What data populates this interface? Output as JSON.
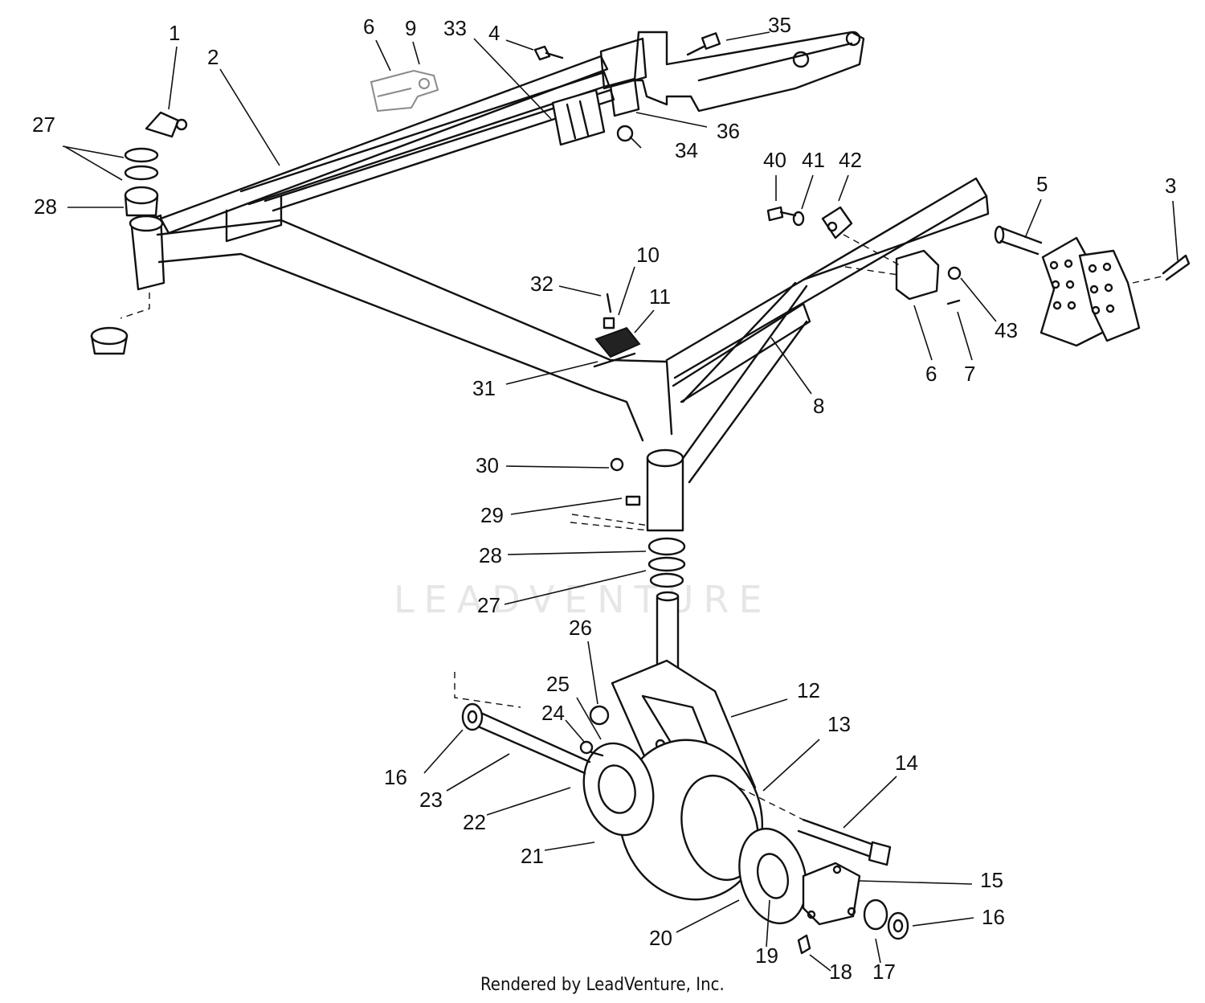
{
  "watermark": "LEADVENTURE",
  "credit": "Rendered by LeadVenture, Inc.",
  "callouts": [
    {
      "id": "c1",
      "label": "1"
    },
    {
      "id": "c2",
      "label": "2"
    },
    {
      "id": "c3",
      "label": "3"
    },
    {
      "id": "c4",
      "label": "4"
    },
    {
      "id": "c5",
      "label": "5"
    },
    {
      "id": "c6a",
      "label": "6"
    },
    {
      "id": "c6b",
      "label": "6"
    },
    {
      "id": "c7",
      "label": "7"
    },
    {
      "id": "c8",
      "label": "8"
    },
    {
      "id": "c9",
      "label": "9"
    },
    {
      "id": "c10",
      "label": "10"
    },
    {
      "id": "c11",
      "label": "11"
    },
    {
      "id": "c12",
      "label": "12"
    },
    {
      "id": "c13",
      "label": "13"
    },
    {
      "id": "c14",
      "label": "14"
    },
    {
      "id": "c15",
      "label": "15"
    },
    {
      "id": "c16a",
      "label": "16"
    },
    {
      "id": "c16b",
      "label": "16"
    },
    {
      "id": "c17",
      "label": "17"
    },
    {
      "id": "c18",
      "label": "18"
    },
    {
      "id": "c19",
      "label": "19"
    },
    {
      "id": "c20",
      "label": "20"
    },
    {
      "id": "c21",
      "label": "21"
    },
    {
      "id": "c22",
      "label": "22"
    },
    {
      "id": "c23",
      "label": "23"
    },
    {
      "id": "c24",
      "label": "24"
    },
    {
      "id": "c25",
      "label": "25"
    },
    {
      "id": "c26",
      "label": "26"
    },
    {
      "id": "c27a",
      "label": "27"
    },
    {
      "id": "c27b",
      "label": "27"
    },
    {
      "id": "c28a",
      "label": "28"
    },
    {
      "id": "c28b",
      "label": "28"
    },
    {
      "id": "c29",
      "label": "29"
    },
    {
      "id": "c30",
      "label": "30"
    },
    {
      "id": "c31",
      "label": "31"
    },
    {
      "id": "c32",
      "label": "32"
    },
    {
      "id": "c33",
      "label": "33"
    },
    {
      "id": "c34",
      "label": "34"
    },
    {
      "id": "c35",
      "label": "35"
    },
    {
      "id": "c36",
      "label": "36"
    },
    {
      "id": "c40",
      "label": "40"
    },
    {
      "id": "c41",
      "label": "41"
    },
    {
      "id": "c42",
      "label": "42"
    },
    {
      "id": "c43",
      "label": "43"
    }
  ]
}
